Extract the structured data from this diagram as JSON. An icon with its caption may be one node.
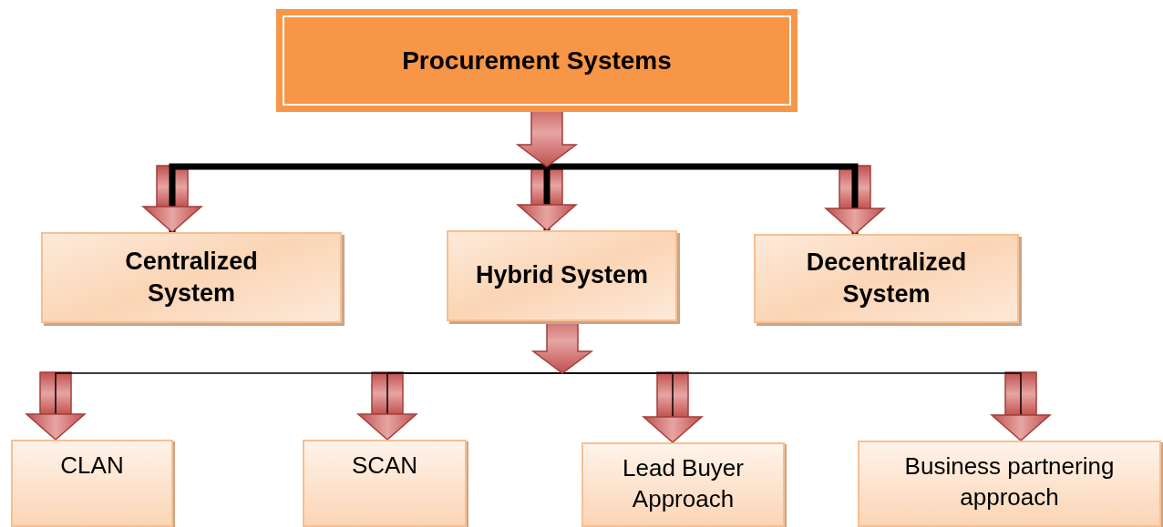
{
  "diagram": {
    "nodes": [
      {
        "text": [
          "Procurement Systems"
        ]
      },
      {
        "text": [
          "Centralized System"
        ]
      },
      {
        "text": [
          "Hybrid System"
        ]
      },
      {
        "text": [
          "Decentralized System"
        ]
      },
      {
        "text": [
          "CLAN"
        ]
      },
      {
        "text": [
          "SCAN"
        ]
      },
      {
        "text": [
          "Lead Buyer Approach"
        ]
      },
      {
        "text": [
          "Business partnering approach"
        ]
      }
    ],
    "edges": [
      {
        "from": 0,
        "to": 1,
        "arrow": "to",
        "style": "thick"
      },
      {
        "from": 0,
        "to": 2,
        "arrow": "to",
        "style": "thick"
      },
      {
        "from": 0,
        "to": 3,
        "arrow": "to",
        "style": "thick"
      },
      {
        "from": 2,
        "to": 4,
        "arrow": "to"
      },
      {
        "from": 2,
        "to": 5,
        "arrow": "to"
      },
      {
        "from": 2,
        "to": 6,
        "arrow": "to"
      },
      {
        "from": 2,
        "to": 7,
        "arrow": "to"
      }
    ]
  }
}
